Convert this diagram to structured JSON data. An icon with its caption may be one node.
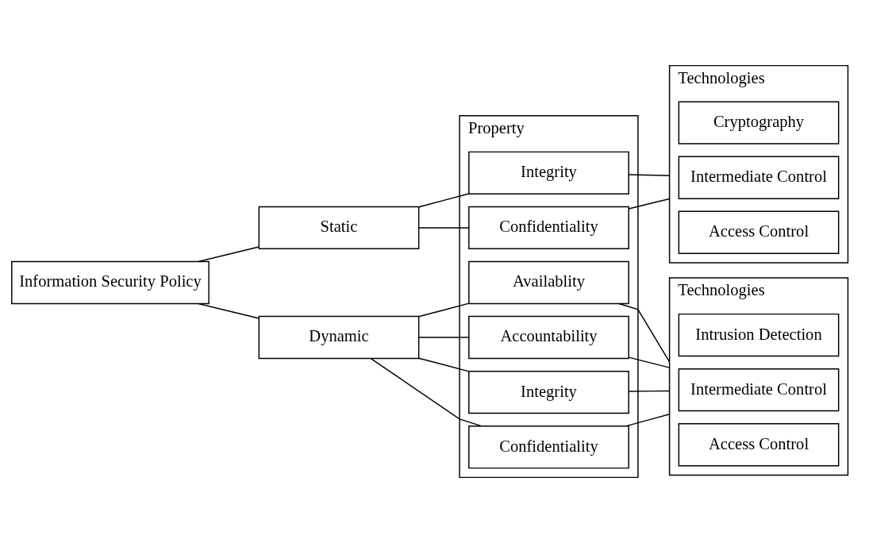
{
  "diagram": {
    "nodes": [
      {
        "text": [
          "Information Security Policy"
        ]
      },
      {
        "text": [
          "Property"
        ]
      },
      {
        "text": [
          "Confidentiality"
        ],
        "in": 1
      },
      {
        "text": [
          "Integrity"
        ],
        "in": 1
      },
      {
        "text": [
          "Technologies"
        ]
      },
      {
        "text": [
          "Access Control"
        ],
        "in": 4
      },
      {
        "text": [
          "Intermediate Control"
        ],
        "in": 4
      },
      {
        "text": [
          "Cryptography"
        ],
        "in": 4
      },
      {
        "text": [
          "Static"
        ]
      },
      {
        "text": [
          "Technologies"
        ]
      },
      {
        "text": [
          "Access Control"
        ],
        "in": 9
      },
      {
        "text": [
          "Intermediate Control"
        ],
        "in": 9
      },
      {
        "text": [
          "Intrusion Detection"
        ],
        "in": 9
      },
      {
        "text": [
          "Confidentiality"
        ],
        "in": 1
      },
      {
        "text": [
          "Integrity"
        ],
        "in": 1
      },
      {
        "text": [
          "Accountability"
        ],
        "in": 1
      },
      {
        "text": [
          "Availablity"
        ],
        "in": 1
      },
      {
        "text": [
          "Dynamic"
        ]
      }
    ],
    "edges": [
      {
        "from": 0,
        "to": 8,
        "arrow": "none"
      },
      {
        "from": 0,
        "to": 17,
        "arrow": "none"
      },
      {
        "from": 8,
        "to": 2,
        "arrow": "none"
      },
      {
        "from": 8,
        "to": 3,
        "arrow": "none"
      },
      {
        "from": 2,
        "to": 4,
        "arrow": "none"
      },
      {
        "from": 3,
        "to": 4,
        "arrow": "none"
      },
      {
        "from": 17,
        "to": 13,
        "arrow": "none"
      },
      {
        "from": 17,
        "to": 14,
        "arrow": "none"
      },
      {
        "from": 17,
        "to": 15,
        "arrow": "none"
      },
      {
        "from": 17,
        "to": 16,
        "arrow": "none"
      },
      {
        "from": 13,
        "to": 9,
        "arrow": "none"
      },
      {
        "from": 14,
        "to": 9,
        "arrow": "none"
      },
      {
        "from": 15,
        "to": 9,
        "arrow": "none"
      },
      {
        "from": 16,
        "to": 9,
        "arrow": "none"
      }
    ]
  }
}
